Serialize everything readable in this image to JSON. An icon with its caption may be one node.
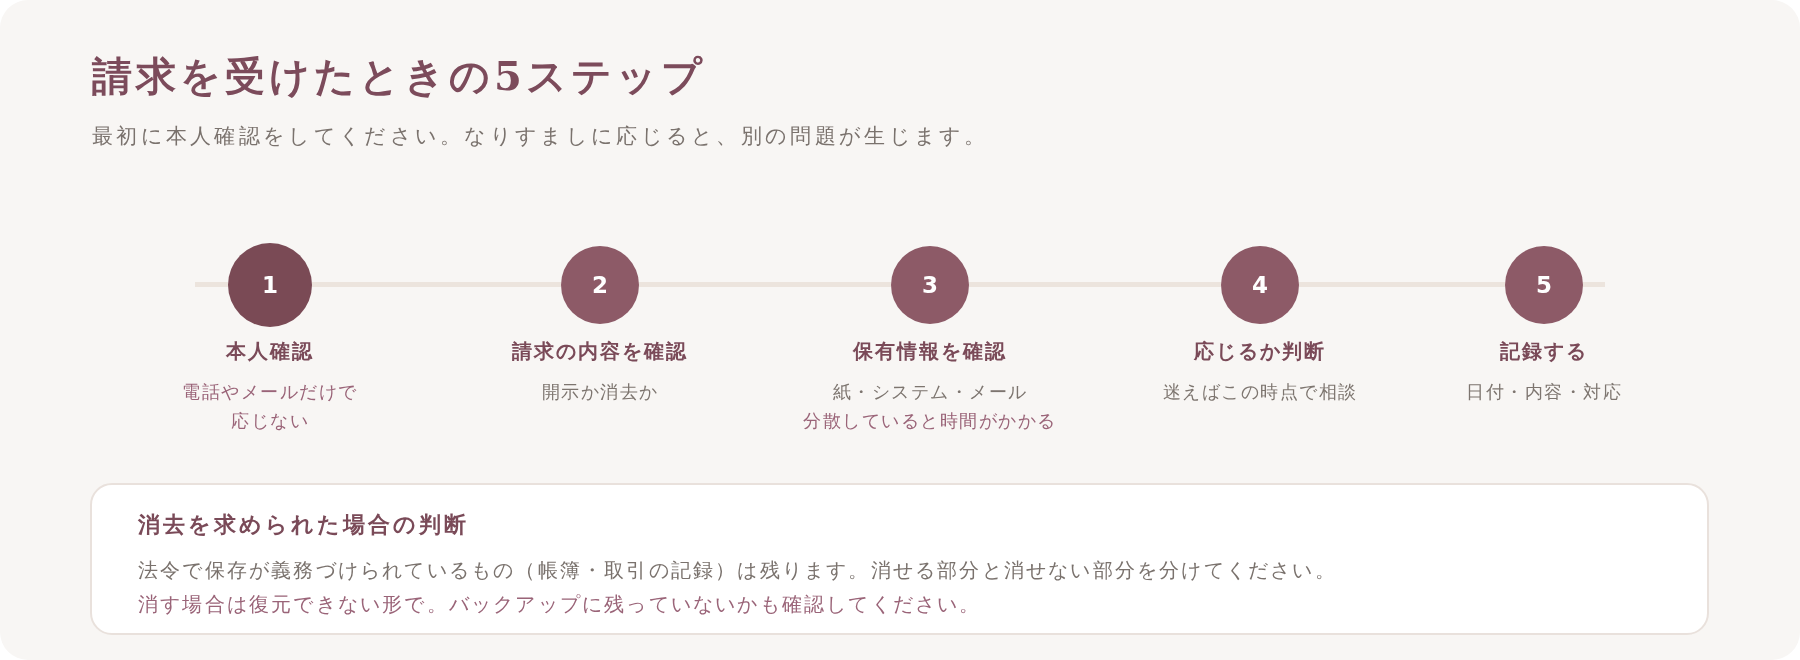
{
  "diagram": {
    "title": "請求を受けたときの5ステップ",
    "nodes": [
      {
        "text": [
          "1"
        ],
        "beside": [
          "本人確認",
          "電話やメールだけで応じない"
        ]
      },
      {
        "text": [
          "2"
        ],
        "beside": [
          "請求の内容を確認",
          "開示か消去か"
        ]
      },
      {
        "text": [
          "3"
        ],
        "beside": [
          "保有情報を確認",
          "紙・システム・メール",
          "分散していると時間がかかる"
        ]
      },
      {
        "text": [
          "4"
        ],
        "beside": [
          "応じるか判断",
          "迷えばこの時点で相談"
        ]
      },
      {
        "text": [
          "5"
        ],
        "beside": [
          "記録する",
          "日付・内容・対応"
        ]
      },
      {
        "text": [
          "消去を求められた場合の判断",
          "法令で保存が義務づけられているもの（帳簿・取引の記録）は残ります。消せる部分と消せない部分を分けてください。",
          "消す場合は復元できない形で。バックアップに残っていないかも確認してください。"
        ]
      }
    ],
    "edges": [
      {
        "from": null,
        "to": 0,
        "arrow": "none"
      },
      {
        "from": 0,
        "to": 1,
        "arrow": "none"
      },
      {
        "from": 1,
        "to": 2,
        "arrow": "none"
      },
      {
        "from": 2,
        "to": 3,
        "arrow": "none"
      },
      {
        "from": 3,
        "to": 4,
        "arrow": "none"
      },
      {
        "from": 4,
        "to": null,
        "arrow": "none"
      }
    ],
    "labels": [
      "最初に本人確認をしてください。なりすましに応じると、別の問題が生じます。"
    ]
  }
}
